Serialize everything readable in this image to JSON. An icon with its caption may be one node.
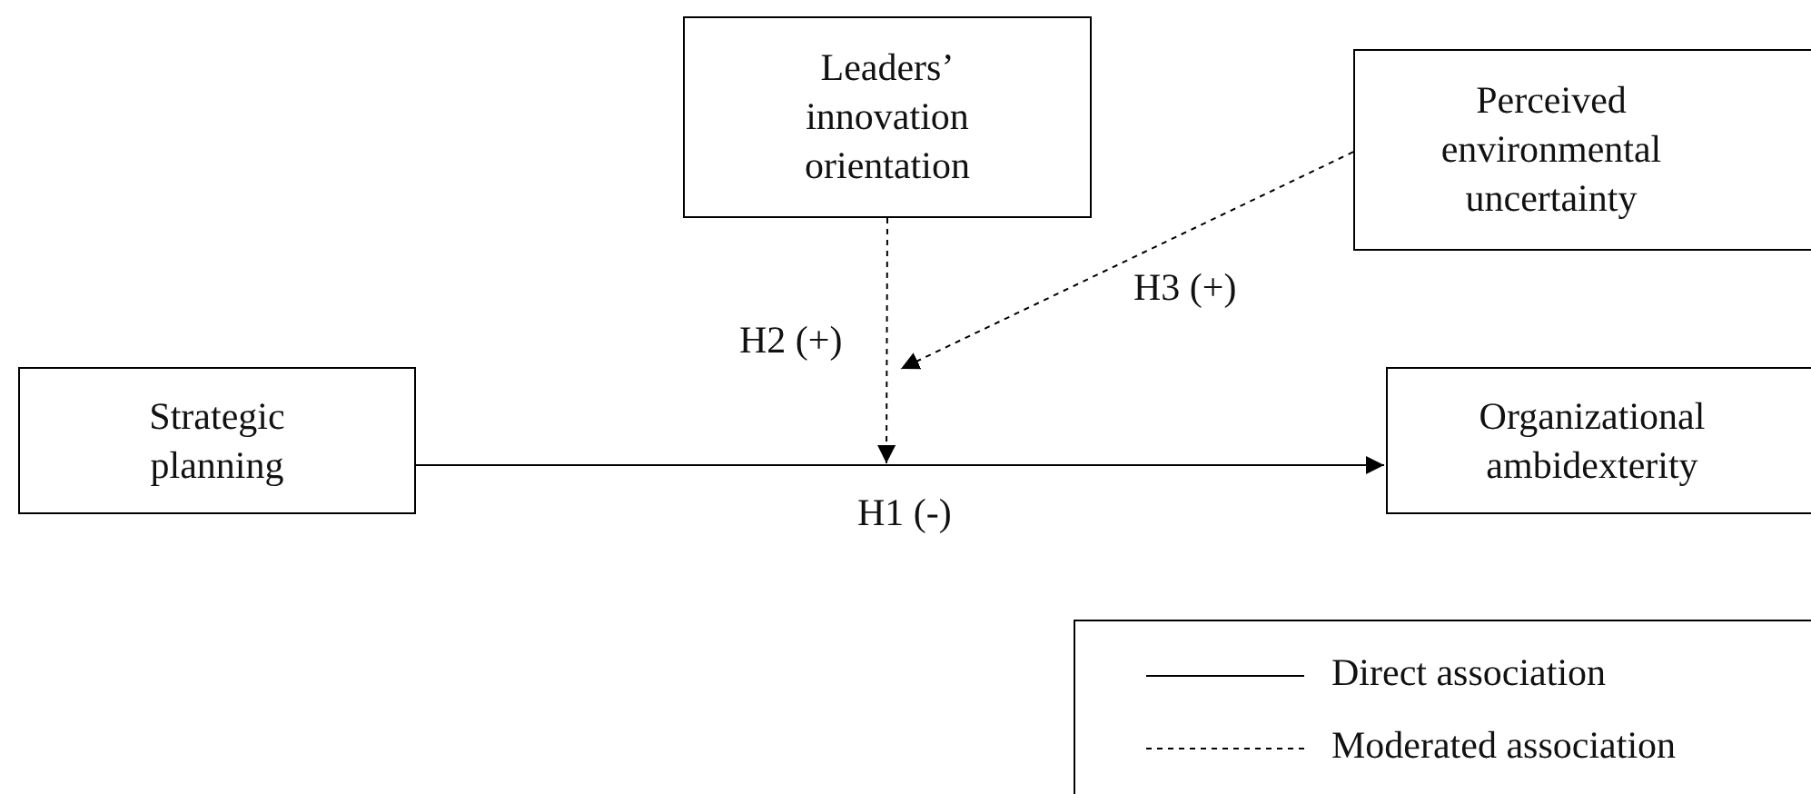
{
  "diagram": {
    "nodes": [
      {
        "text": [
          "Strategic planning"
        ]
      },
      {
        "text": [
          "Leaders’ innovation orientation"
        ]
      },
      {
        "text": [
          "Perceived environmental uncertainty"
        ]
      },
      {
        "text": [
          "Organizational ambidexterity"
        ]
      }
    ],
    "edges": [
      {
        "from": 0,
        "to": 3,
        "arrow": "to",
        "label": "H1 (-)"
      },
      {
        "from": 1,
        "to": null,
        "arrow": "to",
        "label": "H2 (+)",
        "style": "dashed"
      },
      {
        "from": 2,
        "to": null,
        "arrow": "to",
        "label": "H3 (+)",
        "style": "dashed"
      }
    ],
    "legend": [
      {
        "text": "Direct association"
      },
      {
        "text": "Moderated association"
      }
    ]
  }
}
